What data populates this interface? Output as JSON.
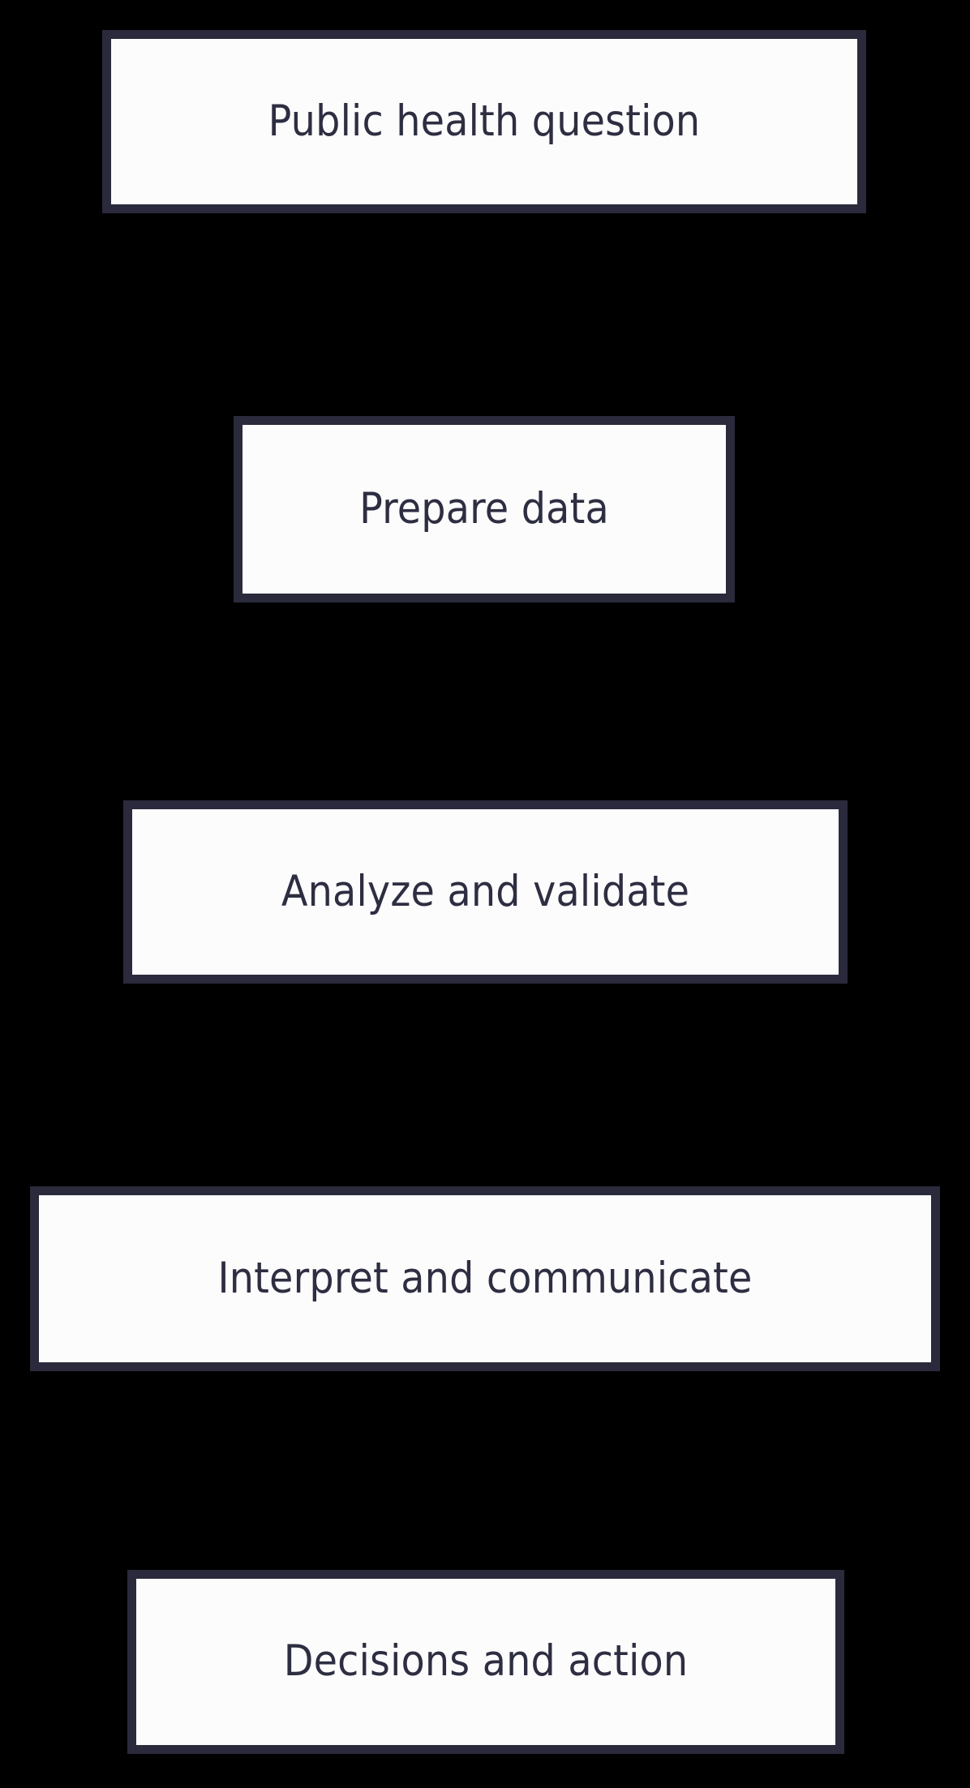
{
  "diagram": {
    "type": "flowchart",
    "orientation": "vertical",
    "background_color": "#000000",
    "node_fill_color": "#fcfcfd",
    "node_border_color": "#2a2a3c",
    "node_text_color": "#2e2e42",
    "nodes": [
      {
        "id": "node-0",
        "label": "Public health question"
      },
      {
        "id": "node-1",
        "label": "Prepare data"
      },
      {
        "id": "node-2",
        "label": "Analyze and validate"
      },
      {
        "id": "node-3",
        "label": "Interpret and communicate"
      },
      {
        "id": "node-4",
        "label": "Decisions and action"
      }
    ]
  }
}
